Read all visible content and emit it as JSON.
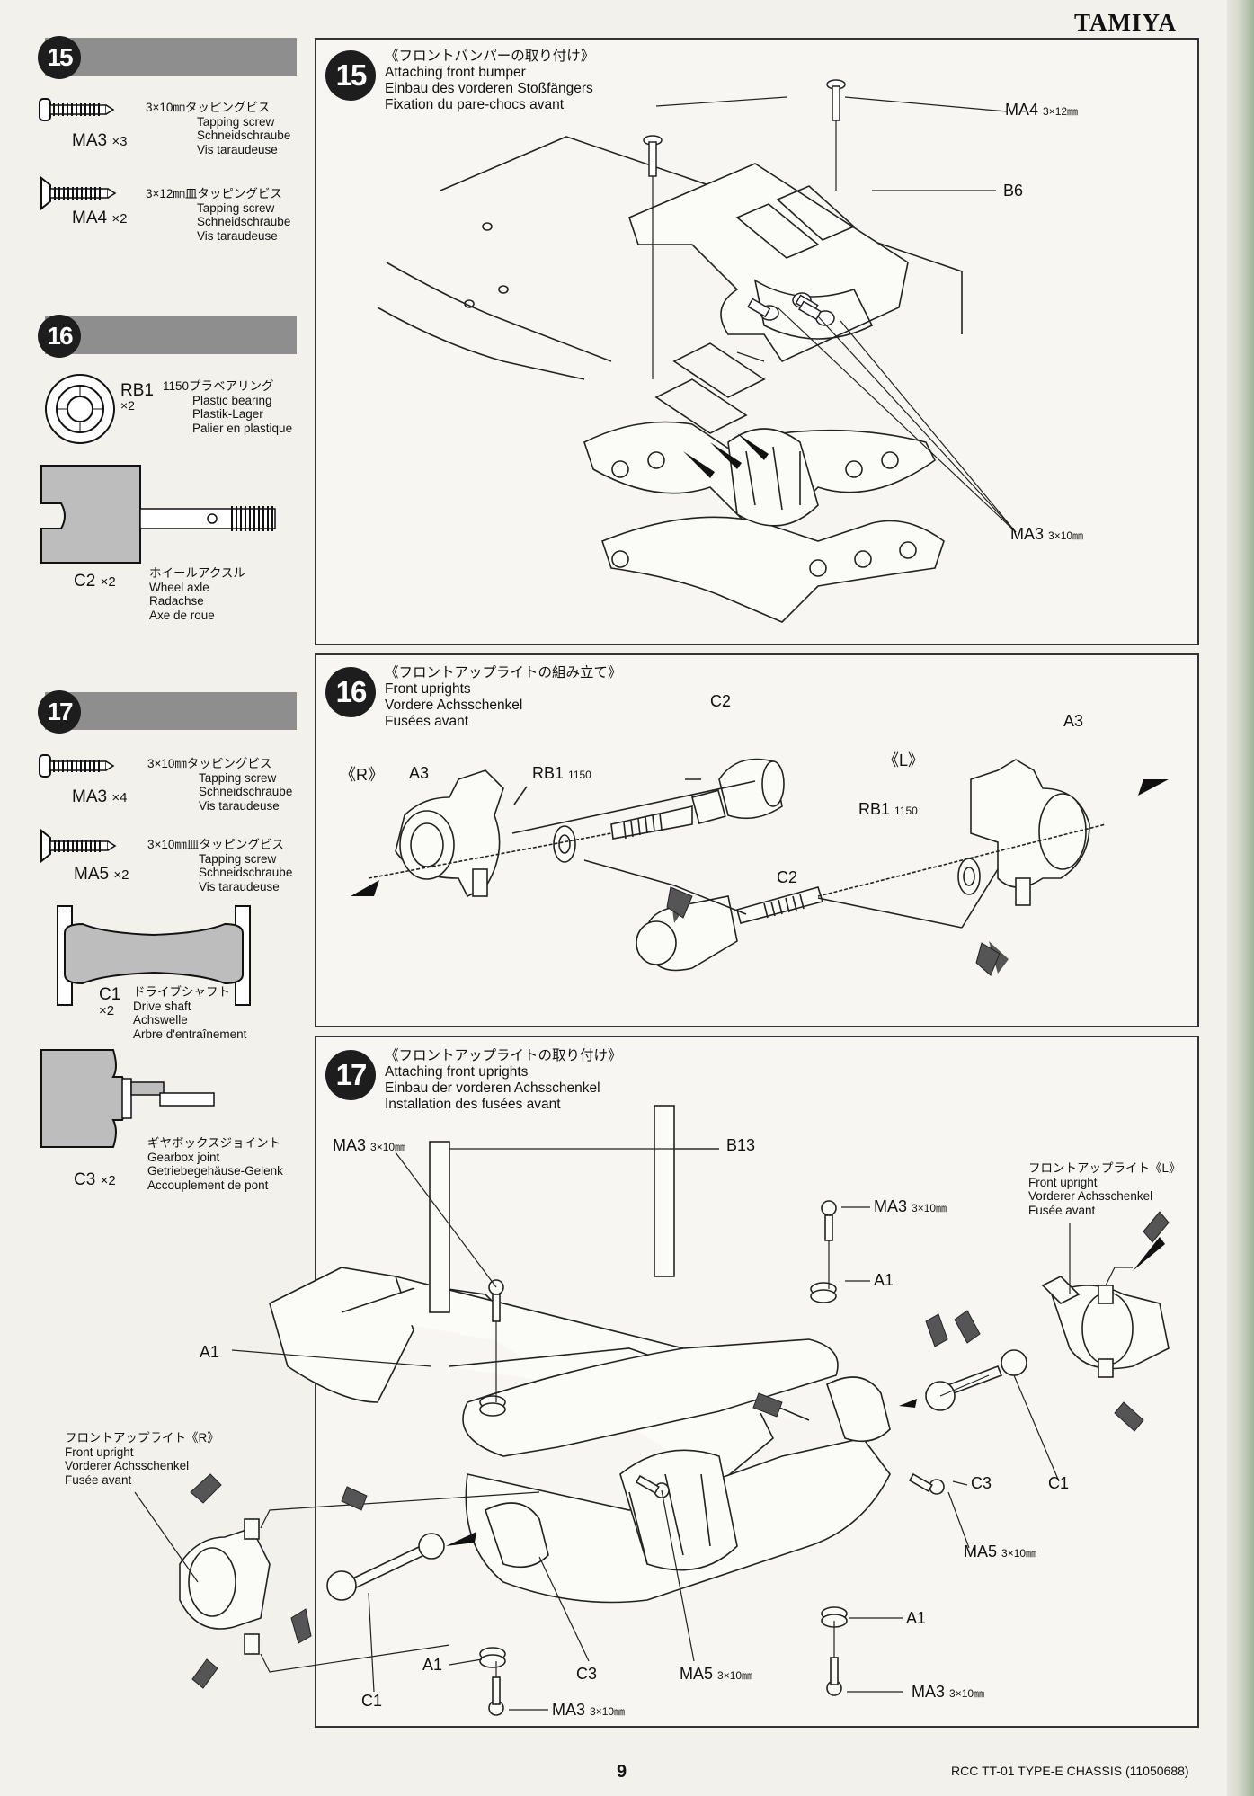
{
  "brand": "TAMIYA",
  "page_number": "9",
  "footer_model": "RCC TT-01 TYPE-E CHASSIS (11050688)",
  "sidebar": {
    "s15": {
      "number": "15",
      "parts": [
        {
          "code": "MA3",
          "qty": "×3",
          "jp": "3×10㎜タッピングビス",
          "en": "Tapping screw",
          "de": "Schneidschraube",
          "fr": "Vis taraudeuse"
        },
        {
          "code": "MA4",
          "qty": "×2",
          "jp": "3×12㎜皿タッピングビス",
          "en": "Tapping screw",
          "de": "Schneidschraube",
          "fr": "Vis taraudeuse"
        }
      ]
    },
    "s16": {
      "number": "16",
      "parts": [
        {
          "code": "RB1",
          "qty": "×2",
          "jp": "1150プラベアリング",
          "en": "Plastic bearing",
          "de": "Plastik-Lager",
          "fr": "Palier en plastique"
        },
        {
          "code": "C2",
          "qty": "×2",
          "jp": "ホイールアクスル",
          "en": "Wheel axle",
          "de": "Radachse",
          "fr": "Axe de roue"
        }
      ]
    },
    "s17": {
      "number": "17",
      "parts": [
        {
          "code": "MA3",
          "qty": "×4",
          "jp": "3×10㎜タッピングビス",
          "en": "Tapping screw",
          "de": "Schneidschraube",
          "fr": "Vis taraudeuse"
        },
        {
          "code": "MA5",
          "qty": "×2",
          "jp": "3×10㎜皿タッピングビス",
          "en": "Tapping screw",
          "de": "Schneidschraube",
          "fr": "Vis taraudeuse"
        },
        {
          "code": "C1",
          "qty": "×2",
          "jp": "ドライブシャフト",
          "en": "Drive shaft",
          "de": "Achswelle",
          "fr": "Arbre d'entraînement"
        },
        {
          "code": "C3",
          "qty": "×2",
          "jp": "ギヤボックスジョイント",
          "en": "Gearbox joint",
          "de": "Getriebegehäuse-Gelenk",
          "fr": "Accouplement de pont"
        }
      ]
    }
  },
  "steps": {
    "s15": {
      "number": "15",
      "title_jp": "《フロントバンパーの取り付け》",
      "title_en": "Attaching front bumper",
      "title_de": "Einbau des vorderen Stoßfängers",
      "title_fr": "Fixation du pare-chocs avant",
      "callouts": {
        "ma4": "MA4",
        "ma4_size": "3×12㎜",
        "b6": "B6",
        "ma3": "MA3",
        "ma3_size": "3×10㎜"
      }
    },
    "s16": {
      "number": "16",
      "title_jp": "《フロントアップライトの組み立て》",
      "title_en": "Front uprights",
      "title_de": "Vordere Achsschenkel",
      "title_fr": "Fusées avant",
      "callouts": {
        "r": "《R》",
        "l": "《L》",
        "a3_r": "A3",
        "a3_l": "A3",
        "rb1_r": "RB1",
        "rb1_l": "RB1",
        "rb1_num": "1150",
        "c2_r": "C2",
        "c2_l": "C2"
      }
    },
    "s17": {
      "number": "17",
      "title_jp": "《フロントアップライトの取り付け》",
      "title_en": "Attaching front uprights",
      "title_de": "Einbau der vorderen Achsschenkel",
      "title_fr": "Installation des fusées avant",
      "callouts": {
        "ma3_top": "MA3",
        "ma3_size": "3×10㎜",
        "b13": "B13",
        "ma3_mid": "MA3",
        "a1_mid": "A1",
        "upright_l_jp": "フロントアップライト《L》",
        "upright_l_en": "Front upright",
        "upright_l_de": "Vorderer Achsschenkel",
        "upright_l_fr": "Fusée avant",
        "a1_left": "A1",
        "upright_r_jp": "フロントアップライト《R》",
        "upright_r_en": "Front upright",
        "upright_r_de": "Vorderer Achsschenkel",
        "upright_r_fr": "Fusée avant",
        "c3_right": "C3",
        "c1_right": "C1",
        "ma5_right": "MA5",
        "ma5_size": "3×10㎜",
        "a1_bottom_right": "A1",
        "ma3_bottom_right": "MA3",
        "a1_bottom": "A1",
        "c3_bottom": "C3",
        "ma5_bottom": "MA5",
        "c1_bottom": "C1",
        "ma3_bottom": "MA3"
      }
    }
  }
}
